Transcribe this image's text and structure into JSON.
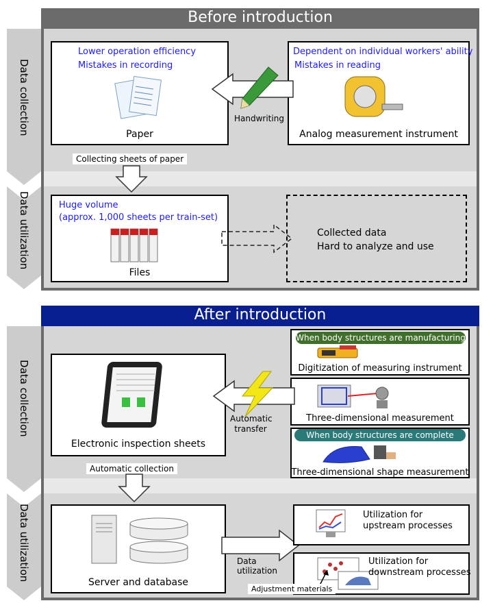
{
  "before": {
    "title": "Before introduction",
    "collection_label": "Data collection",
    "utilization_label": "Data utilization",
    "paper_box": {
      "line1": "Lower operation efficiency",
      "line2": "Mistakes in recording",
      "caption": "Paper"
    },
    "instrument_box": {
      "line1": "Dependent on individual workers' ability",
      "line2": "Mistakes in reading",
      "caption": "Analog measurement instrument"
    },
    "handwriting_label": "Handwriting",
    "collecting_label": "Collecting sheets of paper",
    "files_box": {
      "line1": "Huge volume",
      "line2": "(approx. 1,000 sheets per train-set)",
      "caption": "Files"
    },
    "collected_box": {
      "line1": "Collected data",
      "line2": "Hard to analyze and use"
    }
  },
  "after": {
    "title": "After introduction",
    "collection_label": "Data collection",
    "utilization_label": "Data utilization",
    "manufacturing_pill": "When body structures are manufacturing",
    "complete_pill": "When body structures are complete",
    "digitization_caption": "Digitization of measuring instrument",
    "three_d_caption": "Three-dimensional measurement",
    "shape_caption": "Three-dimensional shape measurement",
    "auto_transfer_line1": "Automatic",
    "auto_transfer_line2": "transfer",
    "tablet_caption": "Electronic inspection sheets",
    "auto_collection_label": "Automatic collection",
    "server_caption": "Server and database",
    "data_util_line1": "Data",
    "data_util_line2": "utilization",
    "upstream_line1": "Utilization for",
    "upstream_line2": "upstream processes",
    "downstream_line1": "Utilization for",
    "downstream_line2": "downstream processes",
    "adjustment_label": "Adjustment materials"
  },
  "colors": {
    "before_header": "#6b6b6b",
    "after_header": "#0a1f8f",
    "panel_gray": "#d6d6d6",
    "blue_text": "#1a1aff",
    "green_pill": "#3f6f2a",
    "teal_pill": "#2a7a7a"
  }
}
